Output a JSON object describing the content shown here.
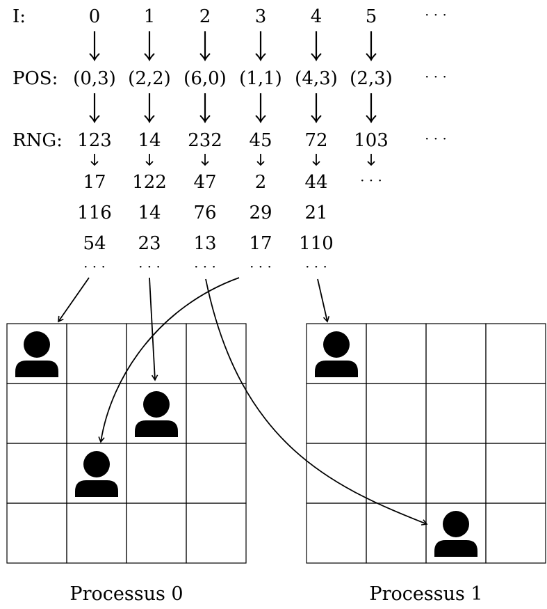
{
  "rows": {
    "index_label": "I:",
    "pos_label": "POS:",
    "rng_label": "RNG:",
    "ellipsis": "· · ·"
  },
  "columns": [
    {
      "i": "0",
      "pos": "(0,3)",
      "rng": [
        "123",
        "17",
        "116",
        "54"
      ]
    },
    {
      "i": "1",
      "pos": "(2,2)",
      "rng": [
        "14",
        "122",
        "14",
        "23"
      ]
    },
    {
      "i": "2",
      "pos": "(6,0)",
      "rng": [
        "232",
        "47",
        "76",
        "13"
      ]
    },
    {
      "i": "3",
      "pos": "(1,1)",
      "rng": [
        "45",
        "2",
        "29",
        "17"
      ]
    },
    {
      "i": "4",
      "pos": "(4,3)",
      "rng": [
        "72",
        "44",
        "21",
        "110"
      ]
    },
    {
      "i": "5",
      "pos": "(2,3)",
      "rng": [
        "103"
      ]
    }
  ],
  "grids": [
    {
      "label": "Processus 0",
      "rows": 4,
      "cols": 4,
      "persons": [
        {
          "col": 0,
          "row": 0
        },
        {
          "col": 2,
          "row": 1
        },
        {
          "col": 1,
          "row": 2
        }
      ]
    },
    {
      "label": "Processus 1",
      "rows": 4,
      "cols": 4,
      "persons": [
        {
          "col": 0,
          "row": 0
        },
        {
          "col": 2,
          "row": 3
        }
      ]
    }
  ],
  "icons": {
    "agent": "person-icon",
    "flow": "arrow-down-icon"
  }
}
